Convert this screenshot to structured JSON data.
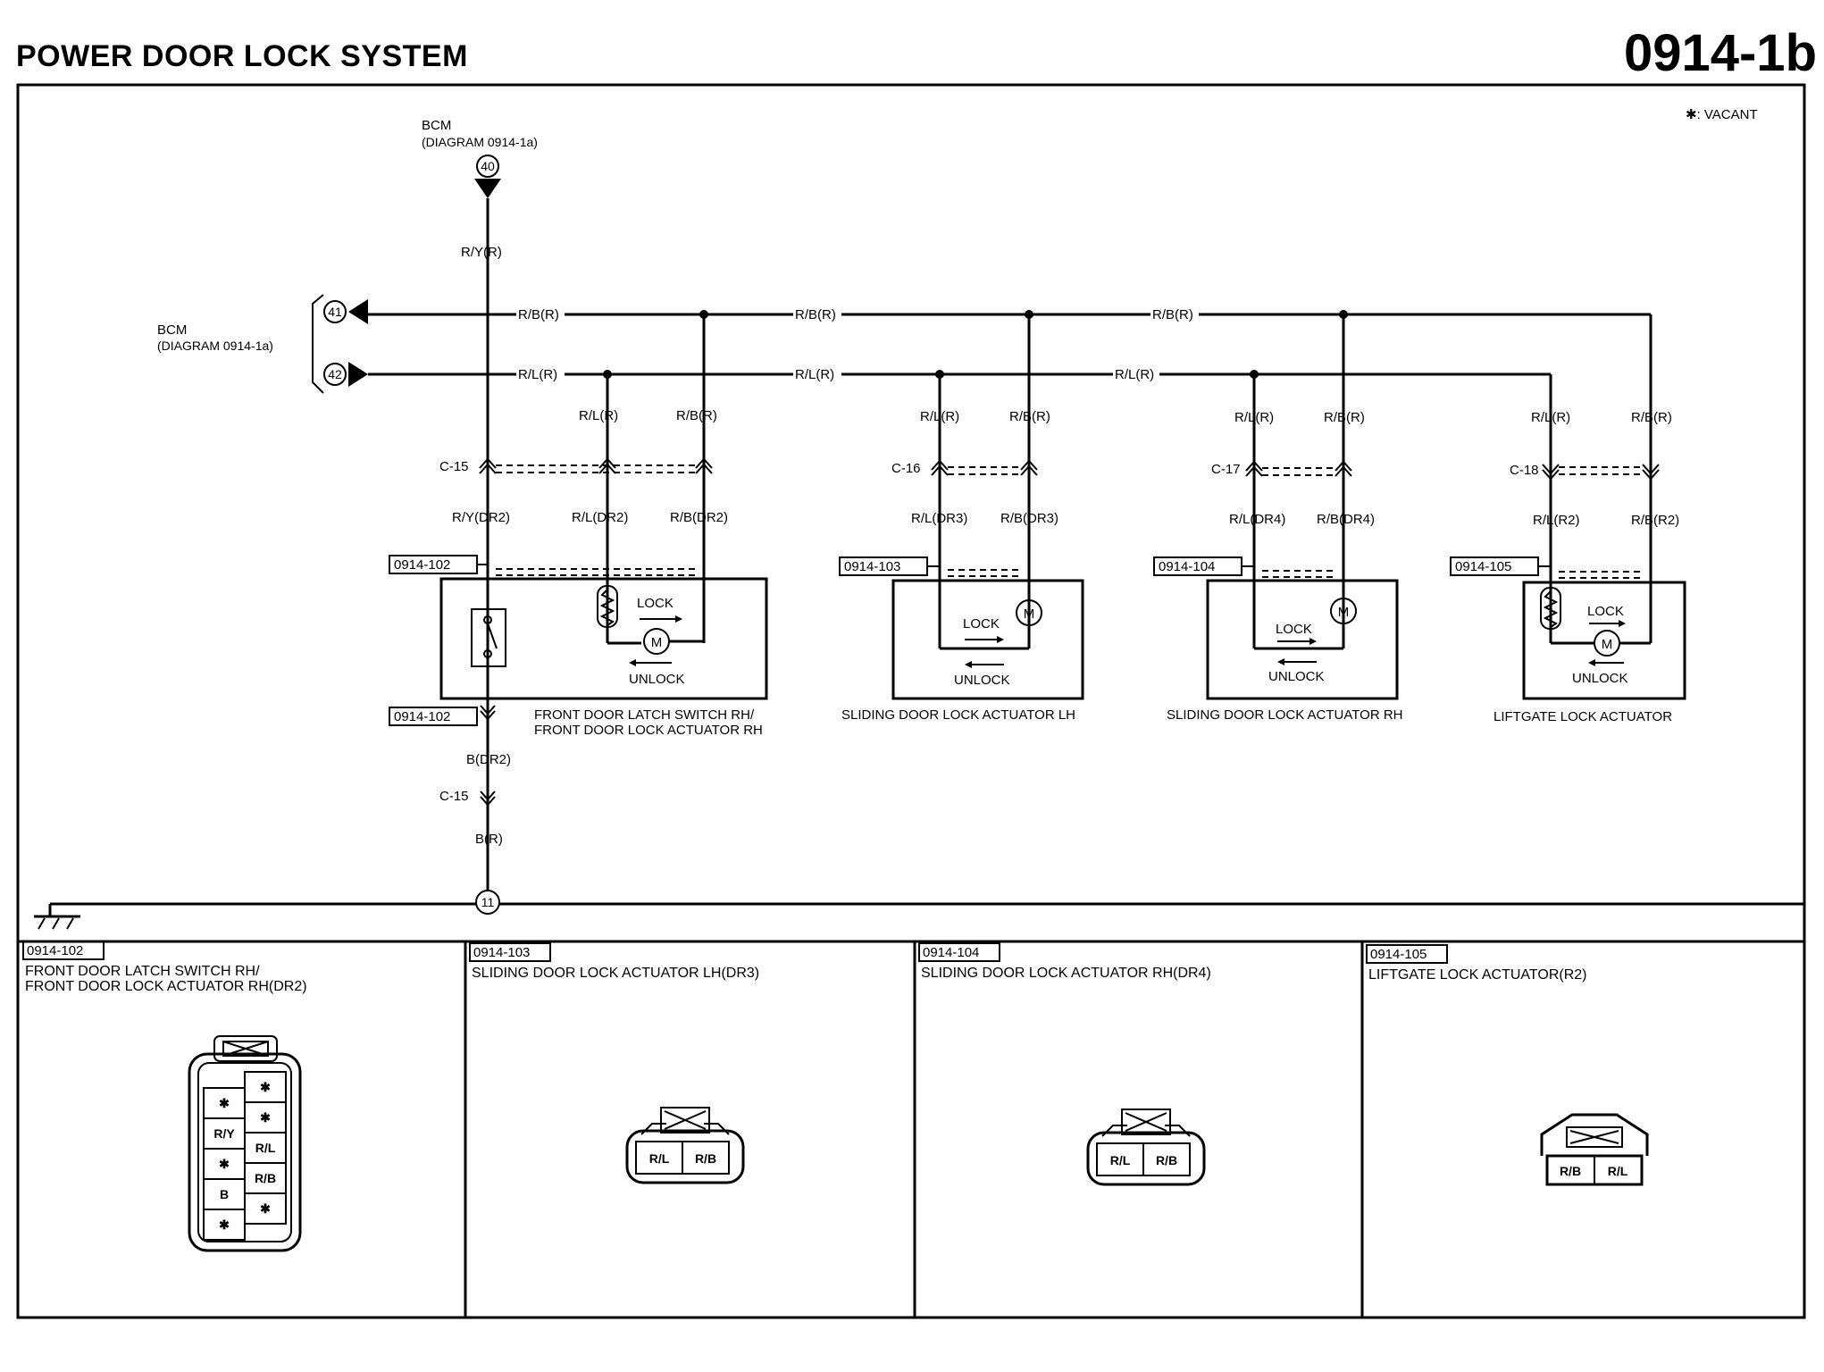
{
  "page": {
    "title": "POWER DOOR LOCK SYSTEM",
    "code": "0914-1b",
    "legend": "✱: VACANT"
  },
  "bcm_top": {
    "name": "BCM",
    "ref": "(DIAGRAM  0914-1a)",
    "terminal": "40",
    "wire": "R/Y(R)"
  },
  "bcm_left": {
    "name": "BCM",
    "ref": "(DIAGRAM  0914-1a)",
    "terminal_41": "41",
    "terminal_42": "42"
  },
  "bus": {
    "rb_1": "R/B(R)",
    "rb_2": "R/B(R)",
    "rb_3": "R/B(R)",
    "rl_1": "R/L(R)",
    "rl_2": "R/L(R)",
    "rl_3": "R/L(R)"
  },
  "connectors": {
    "c15": "C-15",
    "c16": "C-16",
    "c17": "C-17",
    "c18": "C-18",
    "c15_lower": "C-15"
  },
  "branches": {
    "b1_rl": "R/L(R)",
    "b1_rb": "R/B(R)",
    "b1_ry_dr": "R/Y(DR2)",
    "b1_rl_dr": "R/L(DR2)",
    "b1_rb_dr": "R/B(DR2)",
    "b2_rl": "R/L(R)",
    "b2_rb": "R/B(R)",
    "b2_rl_dr": "R/L(DR3)",
    "b2_rb_dr": "R/B(DR3)",
    "b3_rl": "R/L(R)",
    "b3_rb": "R/B(R)",
    "b3_rl_dr": "R/L(DR4)",
    "b3_rb_dr": "R/B(DR4)",
    "b4_rl": "R/L(R)",
    "b4_rb": "R/B(R)",
    "b4_rl_dr": "R/L(R2)",
    "b4_rb_dr": "R/B(R2)"
  },
  "components": [
    {
      "tag": "0914-102",
      "tag_lower": "0914-102",
      "name_line1": "FRONT DOOR LATCH SWITCH RH/",
      "name_line2": "FRONT DOOR LOCK ACTUATOR RH",
      "lock": "LOCK",
      "unlock": "UNLOCK",
      "motor": "M"
    },
    {
      "tag": "0914-103",
      "name_line1": "SLIDING DOOR LOCK ACTUATOR LH",
      "lock": "LOCK",
      "unlock": "UNLOCK",
      "motor": "M"
    },
    {
      "tag": "0914-104",
      "name_line1": "SLIDING DOOR LOCK ACTUATOR RH",
      "lock": "LOCK",
      "unlock": "UNLOCK",
      "motor": "M"
    },
    {
      "tag": "0914-105",
      "name_line1": "LIFTGATE LOCK ACTUATOR",
      "lock": "LOCK",
      "unlock": "UNLOCK",
      "motor": "M"
    }
  ],
  "ground": {
    "wire_dr": "B(DR2)",
    "wire_r": "B(R)",
    "point": "11"
  },
  "connector_views": [
    {
      "tag": "0914-102",
      "title_line1": "FRONT DOOR LATCH SWITCH RH/",
      "title_line2": "FRONT DOOR LOCK ACTUATOR RH(DR2)",
      "left_pins": [
        "✱",
        "R/Y",
        "✱",
        "B",
        "✱"
      ],
      "right_pins": [
        "✱",
        "✱",
        "R/L",
        "R/B",
        "✱"
      ]
    },
    {
      "tag": "0914-103",
      "title_line1": "SLIDING DOOR LOCK ACTUATOR LH(DR3)",
      "pins": [
        "R/L",
        "R/B"
      ]
    },
    {
      "tag": "0914-104",
      "title_line1": "SLIDING DOOR LOCK ACTUATOR RH(DR4)",
      "pins": [
        "R/L",
        "R/B"
      ]
    },
    {
      "tag": "0914-105",
      "title_line1": "LIFTGATE LOCK ACTUATOR(R2)",
      "pins": [
        "R/B",
        "R/L"
      ]
    }
  ]
}
